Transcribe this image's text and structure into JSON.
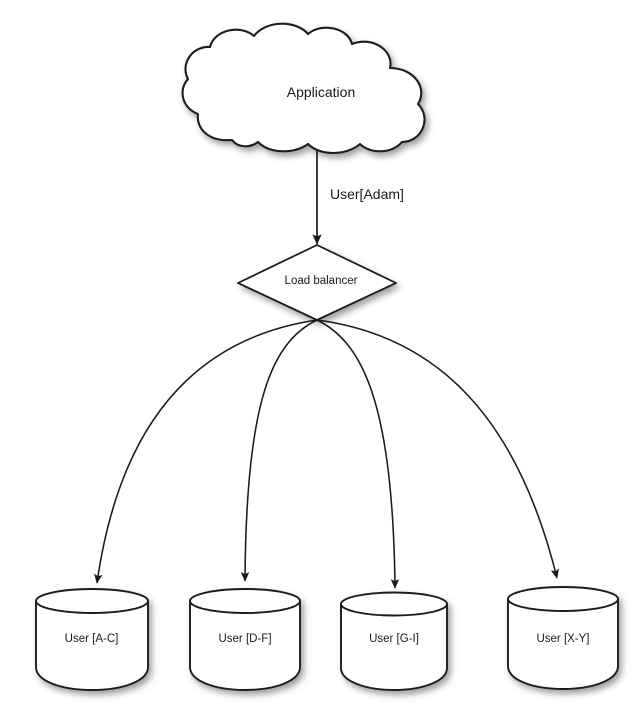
{
  "diagram": {
    "title": "Load balancer user sharding diagram",
    "background_color": "#ffffff",
    "stroke_color": "#1a1a1a",
    "fill_color": "#ffffff",
    "text_color": "#1a1a1a",
    "cloud": {
      "label": "Application",
      "shape": "cloud"
    },
    "balancer": {
      "label": "Load balancer",
      "shape": "diamond"
    },
    "edges": {
      "app_to_balancer": {
        "label": "User[Adam]",
        "arrow": "down"
      }
    },
    "databases": [
      {
        "label": "User [A-C]",
        "shape": "cylinder"
      },
      {
        "label": "User [D-F]",
        "shape": "cylinder"
      },
      {
        "label": "User [G-I]",
        "shape": "cylinder"
      },
      {
        "label": "User [X-Y]",
        "shape": "cylinder"
      }
    ]
  }
}
